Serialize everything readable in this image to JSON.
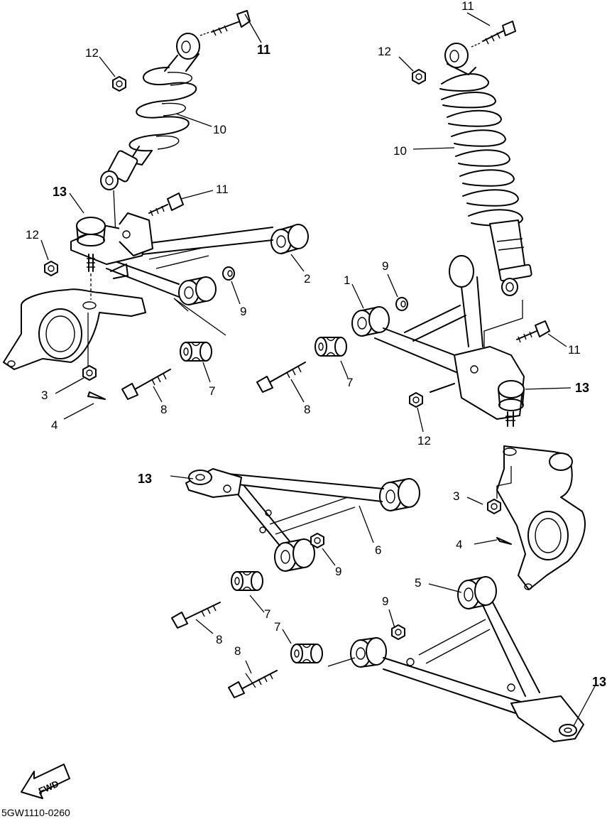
{
  "callouts": {
    "c1": "1",
    "c2": "2",
    "c3a": "3",
    "c3b": "3",
    "c4a": "4",
    "c4b": "4",
    "c5": "5",
    "c6": "6",
    "c7a": "7",
    "c7b": "7",
    "c7c": "7",
    "c7d": "7",
    "c8a": "8",
    "c8b": "8",
    "c8c": "8",
    "c8d": "8",
    "c9a": "9",
    "c9b": "9",
    "c9c": "9",
    "c9d": "9",
    "c10a": "10",
    "c10b": "10",
    "c11a": "11",
    "c11b": "11",
    "c11c": "11",
    "c11d": "11",
    "c12a": "12",
    "c12b": "12",
    "c12c": "12",
    "c12d": "12",
    "c13a": "13",
    "c13b": "13",
    "c13c": "13",
    "c13d": "13"
  },
  "fwd_arrow_text": "FWD",
  "diagram_code": "5GW1110-0260"
}
